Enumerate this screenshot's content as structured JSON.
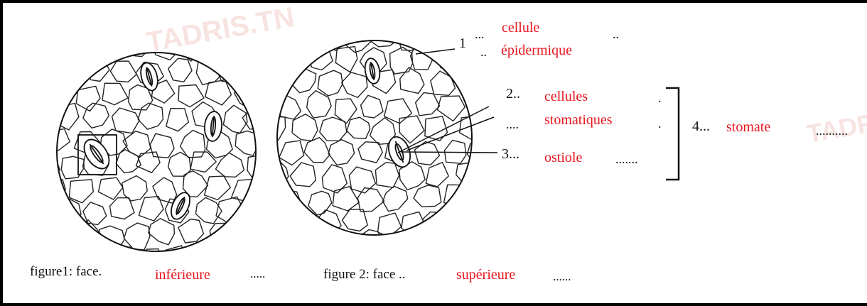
{
  "watermark": {
    "text": "TADRIS.TN",
    "text_right": "TADR"
  },
  "colors": {
    "answer": "#e8161e",
    "ink": "#111111",
    "frame": "#000000"
  },
  "labels": {
    "num1": "1",
    "num2": "2..",
    "num3": "3...",
    "num4": "4...",
    "dots_1a": "...",
    "dots_1b": "..",
    "dots_1c": "..",
    "dots_2a": ".",
    "dots_2b": "....",
    "dots_2c": ".",
    "dots_3": ".......",
    "dots_4": "..........",
    "answer_1_line1": "cellule",
    "answer_1_line2": "épidermique",
    "answer_2_line1": "cellules",
    "answer_2_line2": "stomatiques",
    "answer_3": "ostiole",
    "answer_4": "stomate"
  },
  "captions": {
    "fig1_prefix": "figure1: face.",
    "fig1_answer": "inférieure",
    "fig1_dots": ".....",
    "fig2_prefix": "figure 2: face ..",
    "fig2_answer": "supérieure",
    "fig2_dots": "......"
  }
}
